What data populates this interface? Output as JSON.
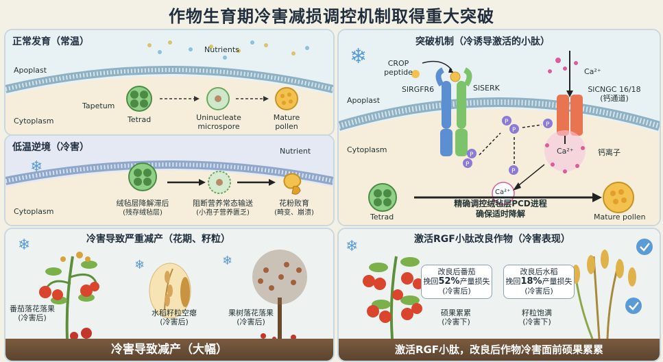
{
  "title": "作物生育期冷害减损调控机制取得重大突破",
  "normal": {
    "title": "正常发育（常温）",
    "nutrients": "Nutrients",
    "apoplast": "Apoplast",
    "cytoplasm": "Cytoplasm",
    "tapetum": "Tapetum",
    "tetrad": "Tetrad",
    "uninucleate": "Uninucleate microspore",
    "mature": "Mature pollen"
  },
  "cold": {
    "title": "低温逆境（冷害）",
    "nutrient": "Nutrient",
    "cytoplasm": "Cytoplasm",
    "step1": "绒毡层降解滞后",
    "step1_sub": "(残存绒毡层)",
    "step2": "阻断营养常态输送",
    "step2_sub": "(小孢子营养匮乏)",
    "step3": "花粉败育",
    "step3_sub": "(畸变、崩溃)"
  },
  "mechanism": {
    "title": "突破机制（冷诱导激活的小肽）",
    "crop_peptide": "CROP peptide",
    "sirgfr6": "SlRGFR6",
    "slserk": "SlSERK",
    "apoplast": "Apoplast",
    "cytoplasm": "Cytoplasm",
    "ca": "Ca²⁺",
    "slcngc": "SlCNGC 16/18",
    "channel": "(钙通道)",
    "calcium_ion": "钙离子",
    "p": "P",
    "tetrad": "Tetrad",
    "mature": "Mature pollen",
    "result1": "精确调控绒毡层PCD进程",
    "result2": "确保适时降解"
  },
  "loss": {
    "title": "冷害导致严重减产（花期、籽粒）",
    "tomato": "番茄落花落果",
    "tomato_sub": "(冷害后)",
    "rice": "水稻籽粒空瘪",
    "rice_sub": "(冷害后)",
    "fruit": "果树落花落果",
    "fruit_sub": "(冷害后)",
    "banner": "冷害导致减产（大幅）"
  },
  "rgf": {
    "title": "激活RGF小肽改良作物（冷害表现）",
    "tomato_box_l1": "改良后番茄",
    "tomato_box_l2a": "挽回",
    "tomato_box_pct": "52%",
    "tomato_box_l2b": "产量损失",
    "tomato_box_l3": "(冷害后)",
    "rice_box_l1": "改良后水稻",
    "rice_box_l2a": "挽回",
    "rice_box_pct": "18%",
    "rice_box_l2b": "产量损失",
    "rice_box_l3": "(冷害后)",
    "tomato_res": "硕果累累",
    "tomato_res_sub": "(冷害下)",
    "rice_res": "籽粒饱满",
    "rice_res_sub": "(冷害下)",
    "banner": "激活RGF小肽，改良后作物冷害面前硕果累累"
  },
  "colors": {
    "accent": "#5b9bd5",
    "tapetum": "#6fb36a",
    "pollen": "#f2c14e",
    "calcium": "#e05a9a",
    "soil": "#6b4f37"
  }
}
